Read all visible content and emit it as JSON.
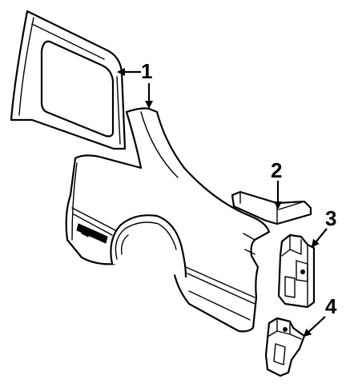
{
  "diagram": {
    "callouts": [
      {
        "id": "1",
        "label": "1"
      },
      {
        "id": "2",
        "label": "2"
      },
      {
        "id": "3",
        "label": "3"
      },
      {
        "id": "4",
        "label": "4"
      }
    ],
    "parts": [
      {
        "callout": "1",
        "icon": "rear-window-frame-icon"
      },
      {
        "callout": "1",
        "icon": "quarter-panel-icon"
      },
      {
        "callout": "2",
        "icon": "tail-lamp-filler-icon"
      },
      {
        "callout": "3",
        "icon": "upper-extension-panel-icon"
      },
      {
        "callout": "4",
        "icon": "lower-extension-panel-icon"
      }
    ],
    "colors": {
      "ink": "#000000",
      "paper": "#ffffff"
    }
  }
}
